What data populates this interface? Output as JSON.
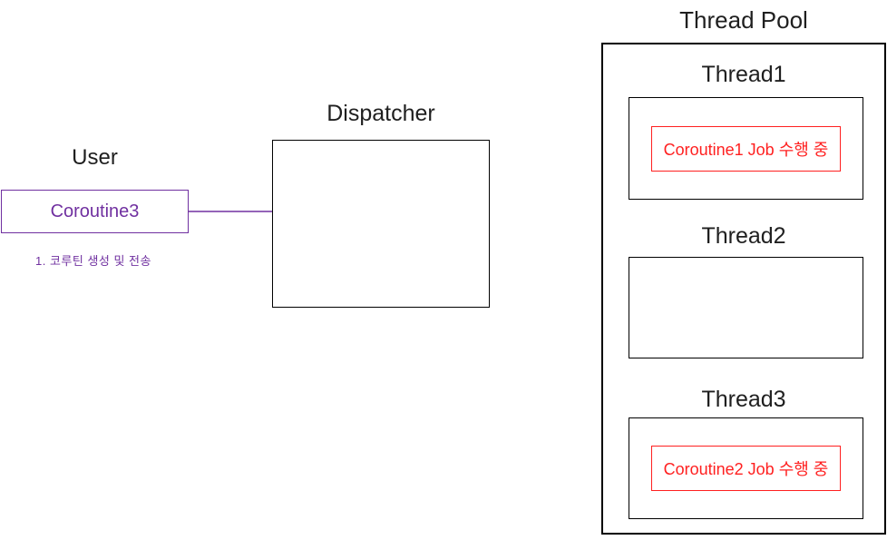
{
  "palette": {
    "purple": "#7030a0",
    "red": "#ff2020",
    "text_black": "#1f1f1f",
    "border_black": "#000000",
    "background": "#ffffff"
  },
  "user_section": {
    "title": "User",
    "coroutine_label": "Coroutine3",
    "annotation": "1. 코루틴 생성 및 전송"
  },
  "dispatcher": {
    "title": "Dispatcher"
  },
  "arrow": {
    "description": "right-arrow"
  },
  "thread_pool": {
    "title": "Thread Pool",
    "threads": [
      {
        "name": "Thread1",
        "job": "Coroutine1 Job 수행 중"
      },
      {
        "name": "Thread2",
        "job": ""
      },
      {
        "name": "Thread3",
        "job": "Coroutine2 Job 수행 중"
      }
    ]
  }
}
